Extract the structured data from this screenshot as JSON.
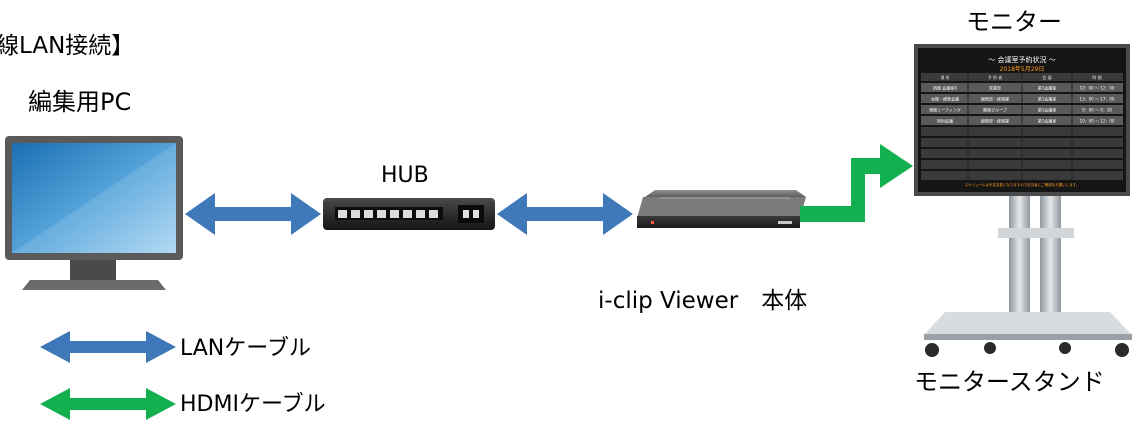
{
  "title": "線LAN接続】",
  "labels": {
    "pc": "編集用PC",
    "hub": "HUB",
    "viewer": "i-clip Viewer　本体",
    "monitor": "モニター",
    "stand": "モニタースタンド"
  },
  "legend": [
    {
      "label": "LANケーブル",
      "color": "#3f78b8"
    },
    {
      "label": "HDMIケーブル",
      "color": "#13b04f"
    }
  ],
  "screen": {
    "title": "～ 会議室予約状況 ～",
    "date": "2018年5月29日",
    "headers": [
      "場 所",
      "予 約 者",
      "会 議",
      "時 間"
    ],
    "rows": [
      [
        "西館 会議室A",
        "営業部",
        "第1会議室",
        "10：00 ～ 12：00"
      ],
      [
        "本館・標準会議",
        "総務部・経理課",
        "第1会議室",
        "13：00 ～ 17：00"
      ],
      [
        "東館ミーティング",
        "開発グループ",
        "第1会議室",
        "9：00 ～ 9：30"
      ],
      [
        "特別会議",
        "総務部・経理課",
        "第1会議室",
        "10：00 ～ 12：00"
      ]
    ],
    "footer": "スケジュールは予定変更となりますので担当者にご確認をお願いします。"
  }
}
